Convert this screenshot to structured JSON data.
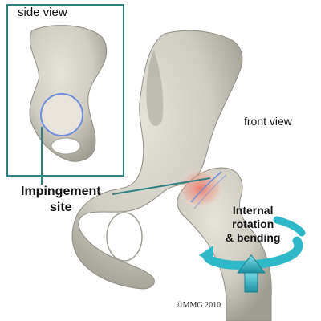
{
  "labels": {
    "side_view": "side view",
    "front_view": "front view",
    "impingement_line1": "Impingement",
    "impingement_line2": "site",
    "rotation_line1": "Internal",
    "rotation_line2": "rotation",
    "rotation_line3": "& bending",
    "copyright": "©MMG 2010"
  },
  "colors": {
    "bone": "#d4d1c8",
    "bone_shadow": "#a8a59b",
    "inflammation": "#f26a5a",
    "arrow_teal": "#2fb8c8",
    "frame_teal": "#2f7f83",
    "cartilage_blue": "#6f8fd8"
  },
  "icons": [
    "rotation-arrow-icon",
    "up-arrow-icon"
  ]
}
